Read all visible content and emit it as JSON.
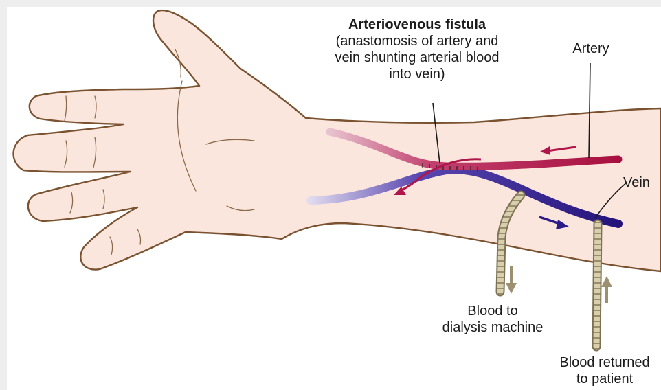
{
  "title": "Arteriovenous fistula",
  "description_lines": [
    "(anastomosis of artery and",
    "vein shunting arterial blood",
    "into vein)"
  ],
  "labels": {
    "artery": "Artery",
    "vein": "Vein",
    "to_machine": [
      "Blood to",
      "dialysis machine"
    ],
    "returned": [
      "Blood returned",
      "to patient"
    ]
  },
  "colors": {
    "artery": "#b0164a",
    "vein": "#2c1a8a",
    "skin": "#fbe6de",
    "outline": "#7a5230",
    "tube": "#9c9070"
  }
}
